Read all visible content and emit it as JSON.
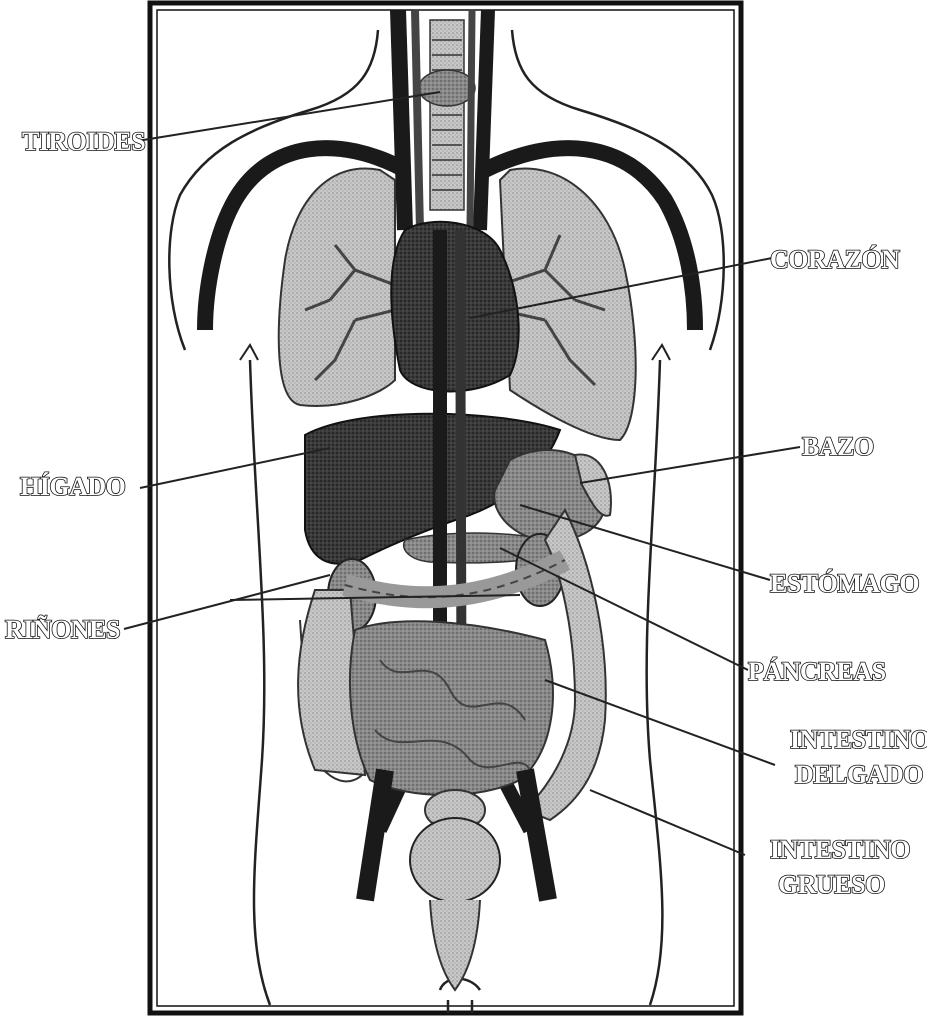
{
  "diagram": {
    "colors": {
      "frame": "#111111",
      "organ_dark": "#2b2b2b",
      "organ_mid": "#6f6f6f",
      "organ_light": "#bdbdbd",
      "organ_pale": "#d4d4d4",
      "vessel": "#1a1a1a"
    },
    "labels": {
      "tiroides": "TIROIDES",
      "corazon": "CORAZÓN",
      "higado": "HÍGADO",
      "bazo": "BAZO",
      "estomago": "ESTÓMAGO",
      "rinones": "RIÑONES",
      "pancreas": "PÁNCREAS",
      "intestino_delgado_1": "INTESTINO",
      "intestino_delgado_2": "DELGADO",
      "intestino_grueso_1": "INTESTINO",
      "intestino_grueso_2": "GRUESO"
    }
  }
}
